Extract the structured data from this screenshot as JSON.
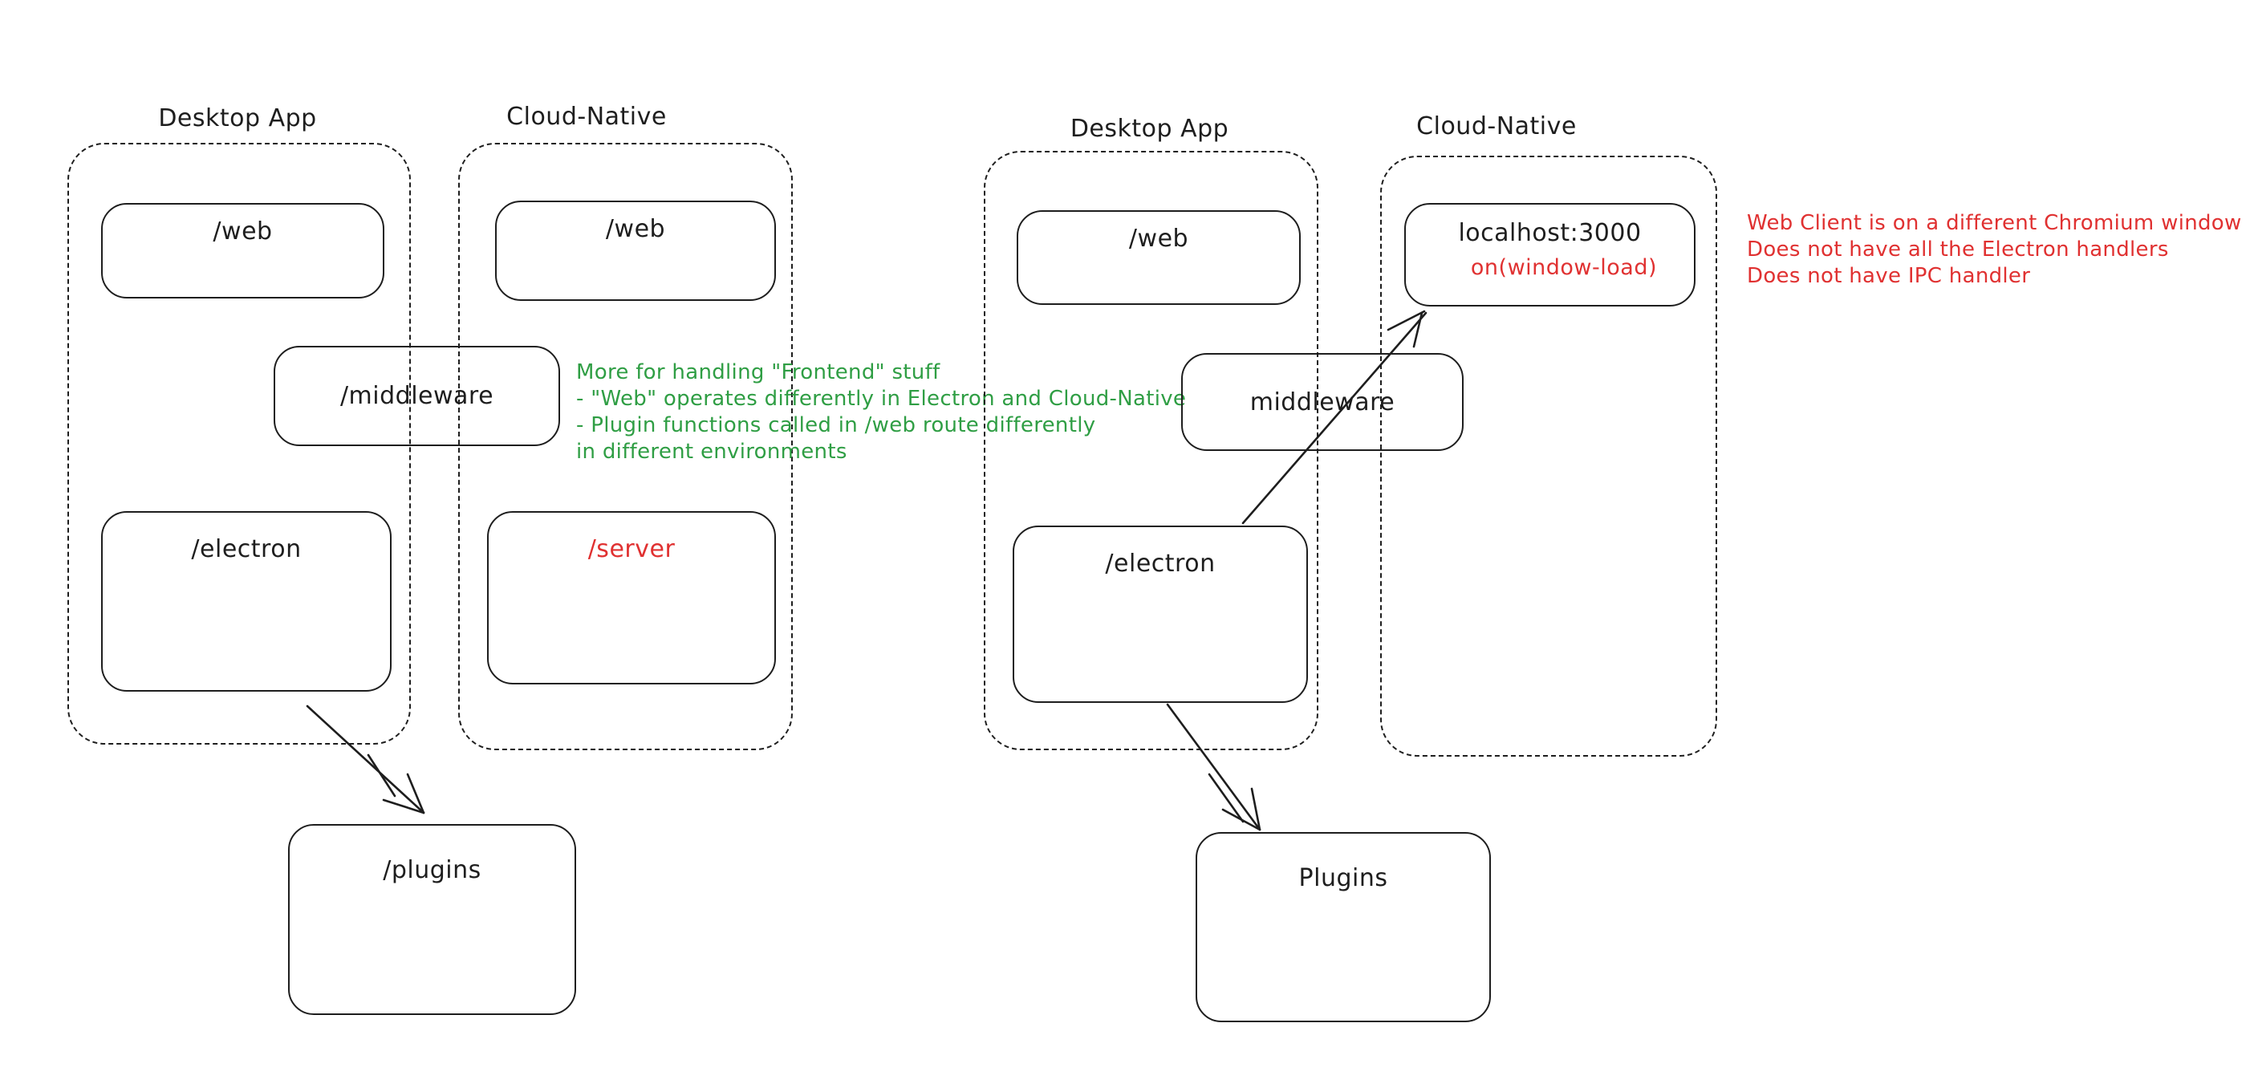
{
  "colors": {
    "ink": "#1e1e1e",
    "red": "#e03131",
    "green": "#2f9e44",
    "background": "#ffffff"
  },
  "left_diagram": {
    "desktop": {
      "title": "Desktop App",
      "web_label": "/web",
      "electron_label": "/electron"
    },
    "cloud": {
      "title": "Cloud-Native",
      "web_label": "/web",
      "server_label": "/server"
    },
    "middleware_label": "/middleware",
    "plugins_label": "/plugins",
    "note": {
      "lines": [
        "More for handling \"Frontend\" stuff",
        "- \"Web\" operates differently in Electron and Cloud-Native",
        "- Plugin functions called in /web route differently",
        "in different environments"
      ]
    },
    "edges": [
      {
        "from": "/electron",
        "to": "/plugins"
      }
    ]
  },
  "right_diagram": {
    "desktop": {
      "title": "Desktop App",
      "web_label": "/web",
      "electron_label": "/electron"
    },
    "cloud": {
      "title": "Cloud-Native",
      "localhost_label": "localhost:3000",
      "handler_label": "on(window-load)"
    },
    "middleware_label": "middleware",
    "plugins_label": "Plugins",
    "note": {
      "lines": [
        "Web Client is on a different Chromium window",
        "Does not have all the Electron handlers",
        "Does not have IPC handler"
      ]
    },
    "edges": [
      {
        "from": "/electron",
        "to": "localhost:3000"
      },
      {
        "from": "/electron",
        "to": "Plugins"
      }
    ]
  }
}
